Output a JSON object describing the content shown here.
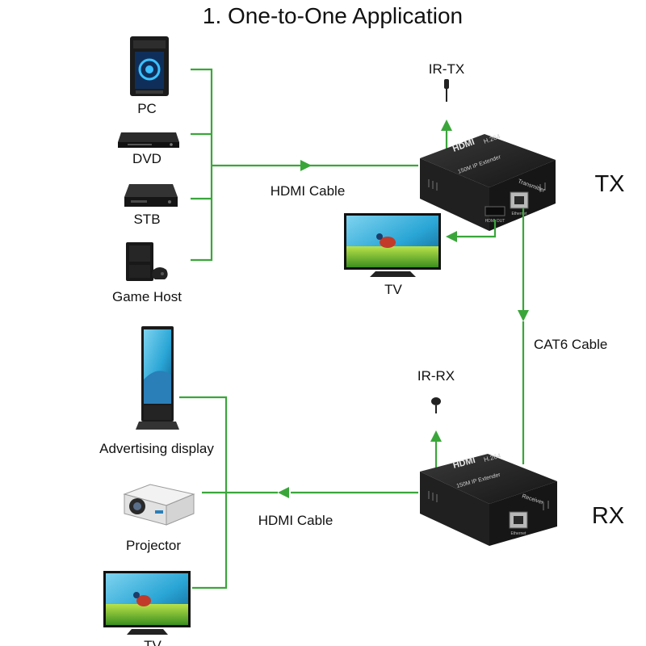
{
  "title": "1. One-to-One Application",
  "sources": [
    {
      "icon": "pc-tower-icon",
      "label": "PC"
    },
    {
      "icon": "dvd-player-icon",
      "label": "DVD"
    },
    {
      "icon": "set-top-box-icon",
      "label": "STB"
    },
    {
      "icon": "game-console-icon",
      "label": "Game Host"
    }
  ],
  "transmitter": {
    "tag": "TX",
    "ir_label": "IR-TX",
    "brand": "HDMI",
    "codec": "H.264",
    "model": "150M IP Extender",
    "role": "Transmitter",
    "port_hdmi": "HDMI OUT",
    "port_eth": "Ethernet"
  },
  "local_tv_label": "TV",
  "hdmi_cable_in_label": "HDMI Cable",
  "cat6_label": "CAT6 Cable",
  "receiver": {
    "tag": "RX",
    "ir_label": "IR-RX",
    "brand": "HDMI",
    "codec": "H.264",
    "model": "150M IP Extender",
    "role": "Receiver",
    "port_eth": "Ethernet"
  },
  "hdmi_cable_out_label": "HDMI Cable",
  "sinks": [
    {
      "icon": "advertising-display-icon",
      "label": "Advertising display"
    },
    {
      "icon": "projector-icon",
      "label": "Projector"
    },
    {
      "icon": "tv-icon",
      "label": "TV"
    }
  ],
  "colors": {
    "wire": "#3aa63a",
    "device": "#1e1e1e",
    "screen": "#2aa6d6"
  }
}
